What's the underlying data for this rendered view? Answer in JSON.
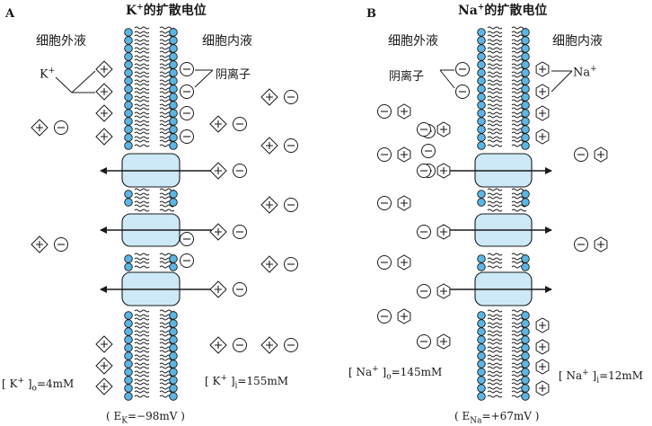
{
  "panel_a": {
    "letter": "A",
    "title_ion": "K",
    "title_charge": "+",
    "title_rest": "的扩散电位",
    "outside_label": "细胞外液",
    "inside_label": "细胞内液",
    "cation_label": "K",
    "cation_charge": "+",
    "anion_label": "阴离子",
    "conc_out_ion": "K",
    "conc_out_charge": "+",
    "conc_out_sub": "o",
    "conc_out_value": "=4mM",
    "conc_in_ion": "K",
    "conc_in_charge": "+",
    "conc_in_sub": "i",
    "conc_in_value": "=155mM",
    "eq_symbol": "E",
    "eq_sub": "K",
    "eq_value": "=−98mV"
  },
  "panel_b": {
    "letter": "B",
    "title_ion": "Na",
    "title_charge": "+",
    "title_rest": "的扩散电位",
    "outside_label": "细胞外液",
    "inside_label": "细胞内液",
    "cation_label": "Na",
    "cation_charge": "+",
    "anion_label": "阴离子",
    "conc_out_ion": "Na",
    "conc_out_charge": "+",
    "conc_out_sub": "o",
    "conc_out_value": "=145mM",
    "conc_in_ion": "Na",
    "conc_in_charge": "+",
    "conc_in_sub": "i",
    "conc_in_value": "=12mM",
    "eq_symbol": "E",
    "eq_sub": "Na",
    "eq_value": "=+67mV"
  },
  "colors": {
    "lipid_head": "#5bb5e6",
    "channel": "#cde8f6",
    "ink": "#1a1a1a"
  }
}
